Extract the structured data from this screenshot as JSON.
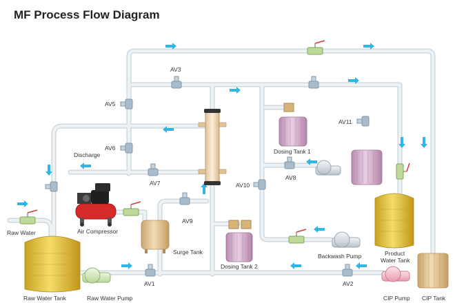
{
  "title": "MF Process Flow Diagram",
  "labels": {
    "av1": "AV1",
    "av2": "AV2",
    "av3": "AV3",
    "av5": "AV5",
    "av6": "AV6",
    "av7": "AV7",
    "av8": "AV8",
    "av9": "AV9",
    "av10": "AV10",
    "av11": "AV11",
    "discharge": "Discharge",
    "raw_water": "Raw Water",
    "raw_water_tank": "Raw Water Tank",
    "raw_water_pump": "Raw Water Pump",
    "air_compressor": "Air Compressor",
    "surge_tank": "Surge Tank",
    "dosing_tank_1": "Dosing Tank 1",
    "dosing_tank_2": "Dosing Tank 2",
    "backwash_pump": "Backwash Pump",
    "product_water_tank_1": "Product",
    "product_water_tank_2": "Water Tank",
    "cip_pump": "CIP Pump",
    "cip_tank": "CIP Tank"
  },
  "colors": {
    "pipe": "#e9eef2",
    "pipe_edge": "#c9d3da",
    "arrow": "#2fb6e6",
    "valve": "#9fb6c7",
    "yellow_tank": "#e9c84a",
    "pink_tank": "#d9b3d0",
    "beige_tank": "#e8cfa2",
    "compressor_red": "#d42a2a",
    "membrane": "#f0d9b8"
  }
}
